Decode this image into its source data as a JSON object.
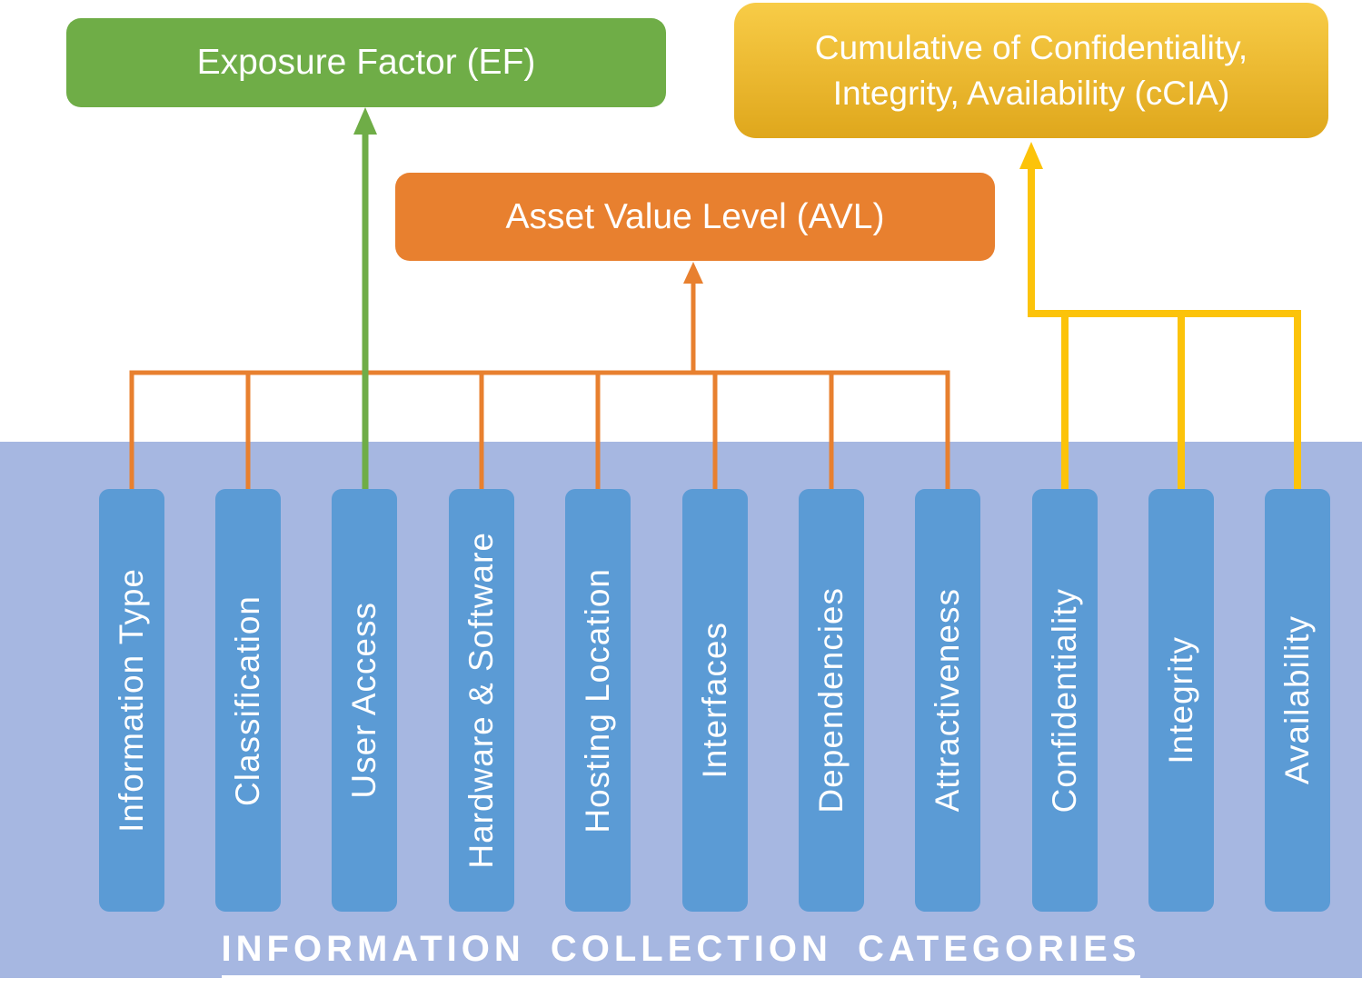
{
  "colors": {
    "green": "#6FAD47",
    "orange": "#E8802F",
    "gold": "#FCC30A",
    "gold_light": "#F8CC47",
    "gold_dark": "#DFA71C",
    "bar_blue": "#5B9BD5",
    "band": "#A6B7E1",
    "text": "#FFFFFF"
  },
  "ef_box": {
    "label": "Exposure Factor (EF)"
  },
  "avl_box": {
    "label": "Asset Value Level (AVL)"
  },
  "ccia_box": {
    "lines": [
      "Cumulative of Confidentiality,",
      "Integrity, Availability (cCIA)"
    ]
  },
  "categories_title": "INFORMATION COLLECTION CATEGORIES",
  "categories": [
    {
      "label": "Information Type",
      "feeds": "AVL"
    },
    {
      "label": "Classification",
      "feeds": "AVL"
    },
    {
      "label": "User Access",
      "feeds": "EF"
    },
    {
      "label": "Hardware & Software",
      "feeds": "AVL"
    },
    {
      "label": "Hosting Location",
      "feeds": "AVL"
    },
    {
      "label": "Interfaces",
      "feeds": "AVL"
    },
    {
      "label": "Dependencies",
      "feeds": "AVL"
    },
    {
      "label": "Attractiveness",
      "feeds": "AVL"
    },
    {
      "label": "Confidentiality",
      "feeds": "cCIA"
    },
    {
      "label": "Integrity",
      "feeds": "cCIA"
    },
    {
      "label": "Availability",
      "feeds": "cCIA"
    }
  ]
}
